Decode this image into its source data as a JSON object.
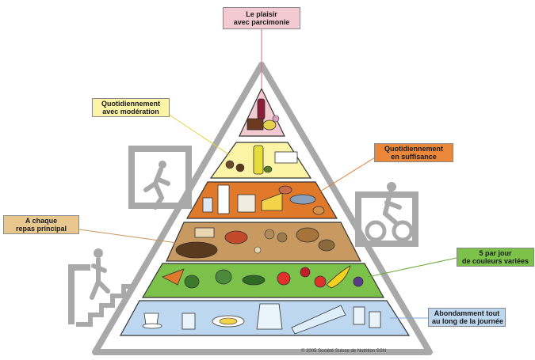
{
  "labels": {
    "top": {
      "line1": "Le plaisir",
      "line2": "avec parcimonie",
      "bg": "#f3c9d2",
      "line": "#d56a8a"
    },
    "yellow": {
      "line1": "Quotidiennement",
      "line2": "avec modération",
      "bg": "#fbf3a6",
      "line": "#e3d23a"
    },
    "orange": {
      "line1": "Quotidiennement",
      "line2": "en suffisance",
      "bg": "#e9873a",
      "line": "#e07a2a"
    },
    "brown": {
      "line1": "A chaque",
      "line2": "repas principal",
      "bg": "#e9c890",
      "line": "#c9955a"
    },
    "green": {
      "line1": "5 par jour",
      "line2": "de couleurs variées",
      "bg": "#7cc14a",
      "line": "#6aa83a"
    },
    "blue": {
      "line1": "Abondamment tout",
      "line2": "au long de la journée",
      "bg": "#bcd7ef",
      "line": "#7ca8d6"
    }
  },
  "colors": {
    "tier_top": "#f3c9d2",
    "tier_yellow": "#fbf3a6",
    "tier_orange": "#e07a2a",
    "tier_brown": "#c89a62",
    "tier_green": "#7cc14a",
    "tier_blue": "#bcd7ef",
    "frame": "#a9a9a9"
  },
  "copyright": "© 2005 Société Suisse de Nutrition SSN"
}
